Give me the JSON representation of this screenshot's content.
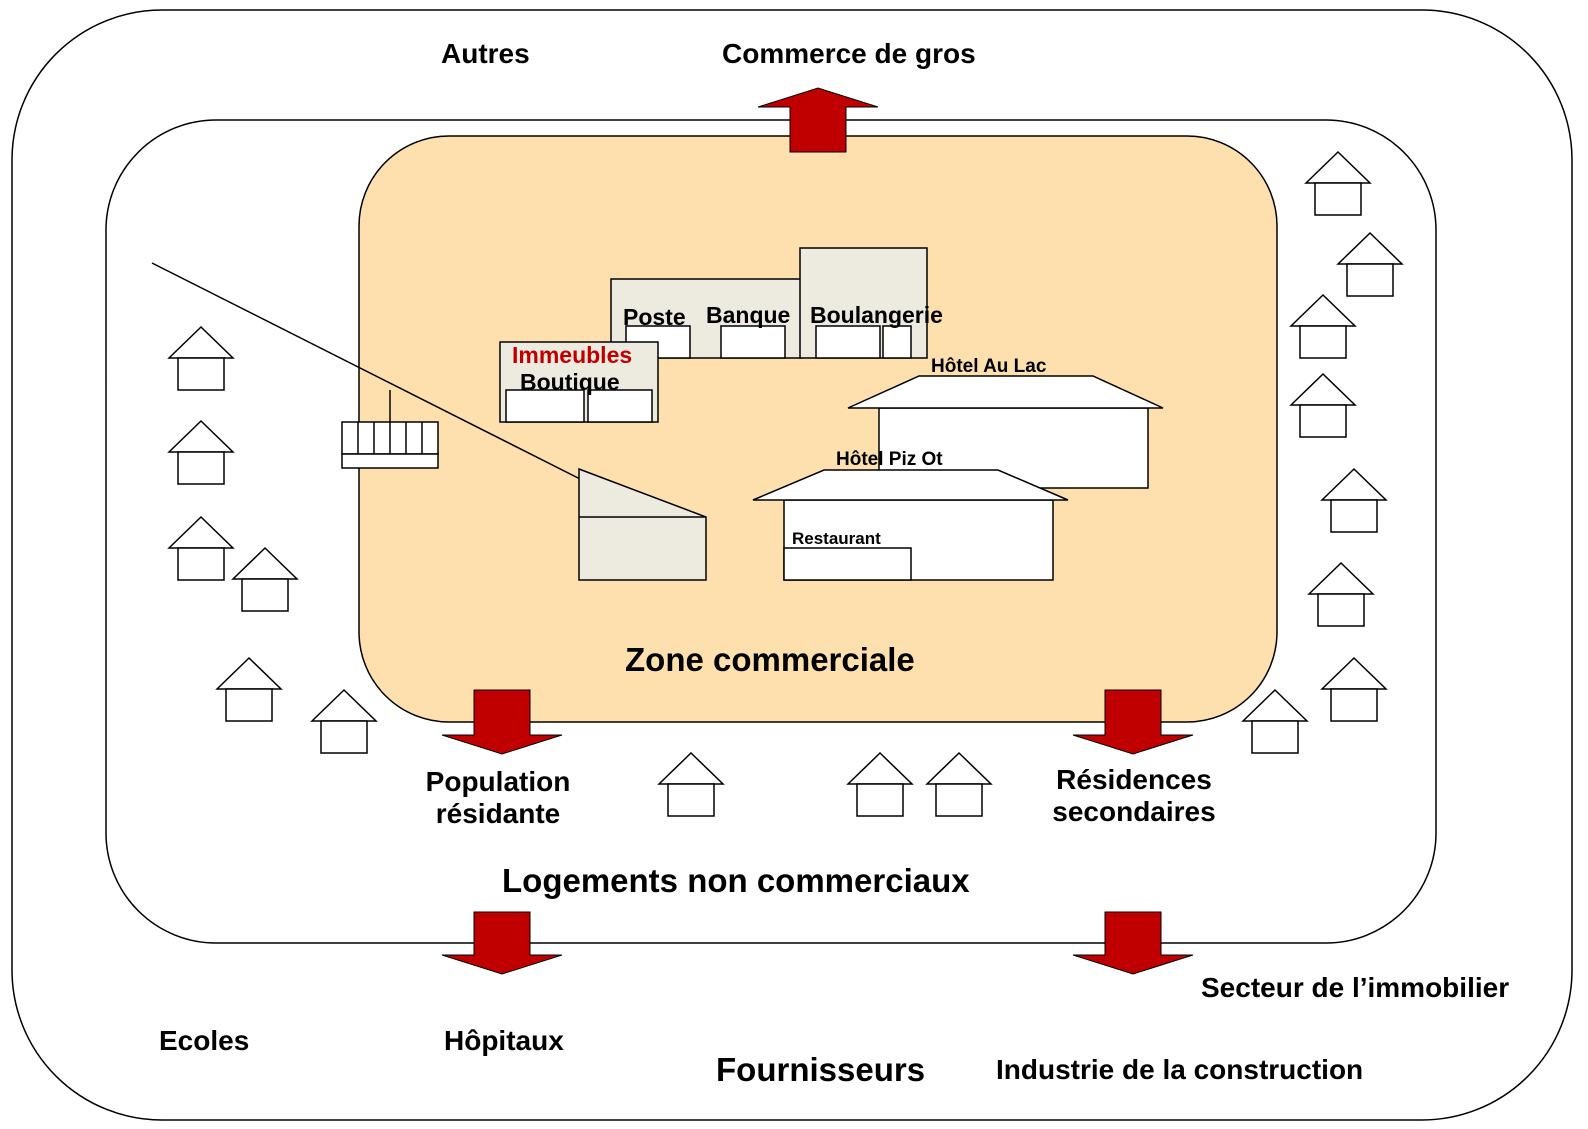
{
  "colors": {
    "zone_fill": "#fde0ad",
    "building_fill": "#edeae0",
    "arrow_fill": "#c00000",
    "highlight_text": "#c00000"
  },
  "labels": {
    "autres": "Autres",
    "commerce_de_gros": "Commerce de gros",
    "poste": "Poste",
    "banque": "Banque",
    "boulangerie": "Boulangerie",
    "immeubles": "Immeubles",
    "boutique": "Boutique",
    "hotel_au_lac": "Hôtel Au Lac",
    "hotel_piz_ot": "Hôtel Piz Ot",
    "restaurant": "Restaurant",
    "zone_commerciale": "Zone commerciale",
    "population_residante_1": "Population",
    "population_residante_2": "résidante",
    "residences_secondaires_1": "Résidences",
    "residences_secondaires_2": "secondaires",
    "logements_non_commerciaux": "Logements non commerciaux",
    "secteur_immobilier": "Secteur de l’immobilier",
    "ecoles": "Ecoles",
    "hopitaux": "Hôpitaux",
    "fournisseurs": "Fournisseurs",
    "industrie_construction": "Industrie de la construction"
  },
  "icons": [
    "house-icon",
    "arrow-up-icon",
    "arrow-down-icon",
    "cable-car-icon"
  ]
}
